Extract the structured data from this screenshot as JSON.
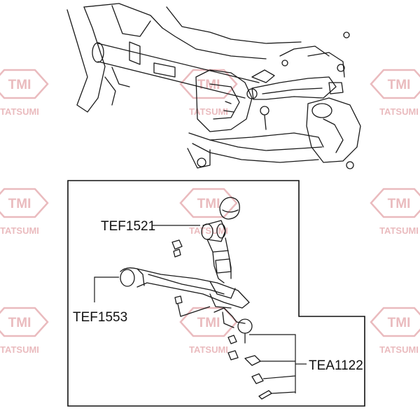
{
  "watermark": {
    "logo_text": "TMI",
    "brand_text": "TATSUMI",
    "color": "#e8b4b8"
  },
  "callouts": [
    {
      "id": "tef1521",
      "label": "TEF1521"
    },
    {
      "id": "tef1553",
      "label": "TEF1553"
    },
    {
      "id": "tea1122",
      "label": "TEA1122"
    }
  ],
  "colors": {
    "line": "#1a1a1a",
    "frame": "#111111",
    "background": "#ffffff"
  }
}
